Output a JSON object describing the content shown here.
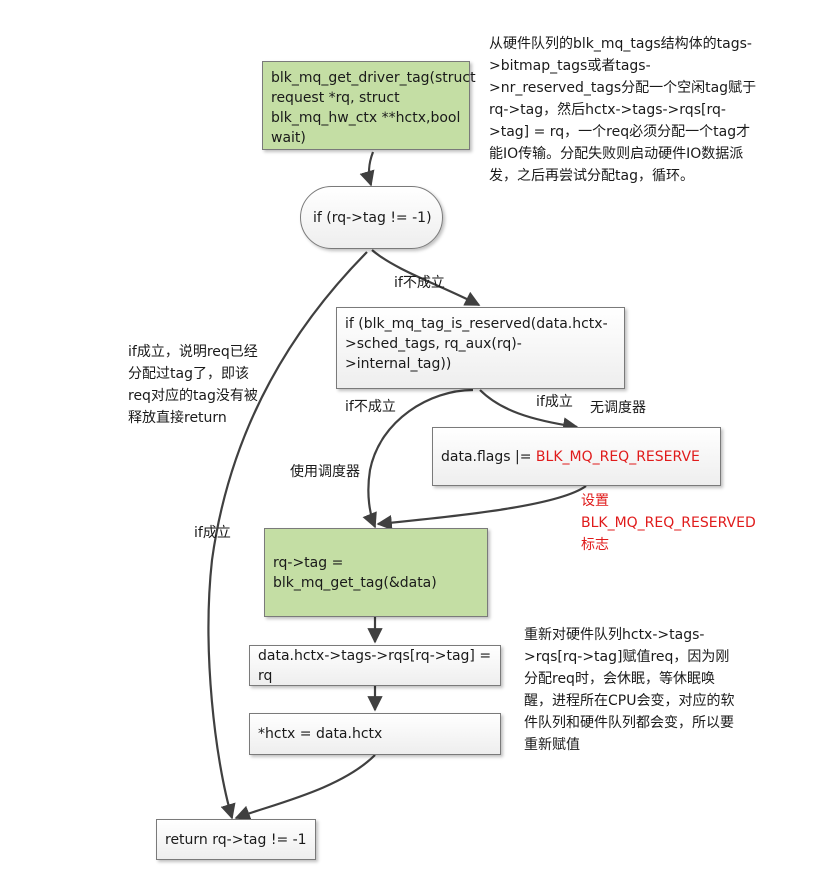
{
  "nodes": {
    "get_driver_tag": "blk_mq_get_driver_tag(struct request *rq, struct blk_mq_hw_ctx **hctx,bool wait)",
    "check_tag": "if (rq->tag != -1)",
    "check_reserved": "if (blk_mq_tag_is_reserved(data.hctx->sched_tags, rq_aux(rq)->internal_tag))",
    "set_flags_prefix": "data.flags |= ",
    "set_flags_value": "BLK_MQ_REQ_RESERVE",
    "get_tag": "rq->tag = blk_mq_get_tag(&data)",
    "assign_rqs": "data.hctx->tags->rqs[rq->tag] = rq",
    "assign_hctx": "*hctx = data.hctx",
    "return_node": "return rq->tag != -1"
  },
  "notes": {
    "top_right": "从硬件队列的blk_mq_tags结构体的tags->bitmap_tags或者tags->nr_reserved_tags分配一个空闲tag赋于rq->tag，然后hctx->tags->rqs[rq->tag] = rq，一个req必须分配一个tag才能IO传输。分配失败则启动硬件IO数据派发，之后再尝试分配tag，循环。",
    "left_middle": "if成立，说明req已经分配过tag了，即该req对应的tag没有被释放直接return",
    "set_reserved": "设置BLK_MQ_REQ_RESERVED标志",
    "bottom_right": "重新对硬件队列hctx->tags->rqs[rq->tag]赋值req，因为刚分配req时，会休眠，等休眠唤醒，进程所在CPU会变，对应的软件队列和硬件队列都会变，所以要重新赋值"
  },
  "edge_labels": {
    "if_not_true_1": "if不成立",
    "if_not_true_2": "if不成立",
    "if_true_reserved": "if成立",
    "no_scheduler": "无调度器",
    "use_scheduler": "使用调度器",
    "if_true_left": "if成立"
  },
  "colors": {
    "green_box": "#c4dea4",
    "red_text": "#e01b1b",
    "arrow": "#404040"
  }
}
